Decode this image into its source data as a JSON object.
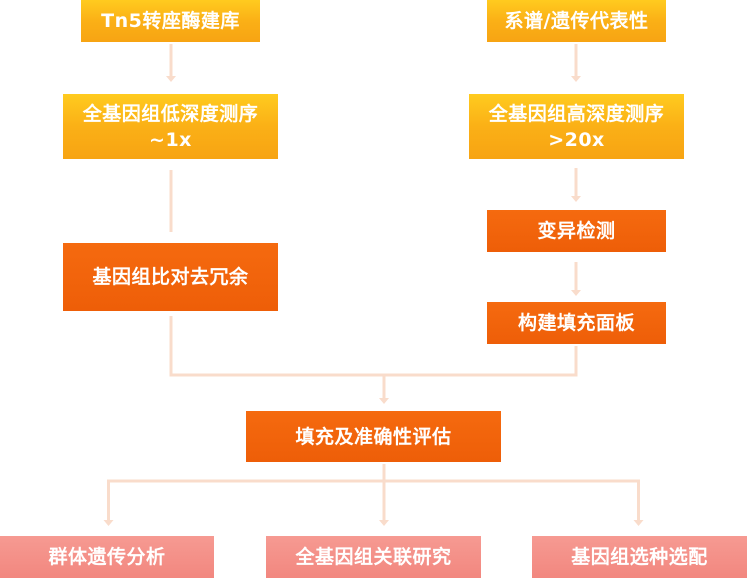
{
  "colors": {
    "input_fill": "#f9b21a",
    "process_fill": "#ef620a",
    "output_fill": "#f3897f",
    "connector": "#f9dccb",
    "text": "#ffffff"
  },
  "nodes": {
    "tn5_library": {
      "label": "Tn5转座酶建库"
    },
    "pedigree_phenotype": {
      "label": "系谱/遗传代表性"
    },
    "low_depth_seq": {
      "line1": "全基因组低深度测序",
      "line2": "~1x"
    },
    "high_depth_seq": {
      "line1": "全基因组高深度测序",
      "line2": ">20x"
    },
    "variant_detection": {
      "label": "变异检测"
    },
    "align_dedup": {
      "label": "基因组比对去冗余"
    },
    "build_panel": {
      "label": "构建填充面板"
    },
    "imputation_eval": {
      "label": "填充及准确性评估"
    },
    "population_genetics": {
      "label": "群体遗传分析"
    },
    "gwas": {
      "label": "全基因组关联研究"
    },
    "genomic_selection": {
      "label": "基因组选种选配"
    }
  }
}
